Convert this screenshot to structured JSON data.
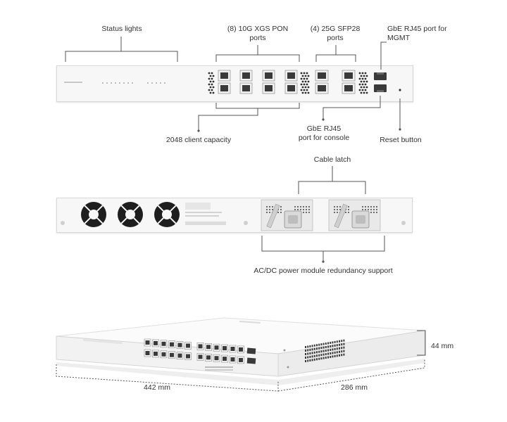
{
  "callouts": {
    "status_lights": "Status lights",
    "xgs_pon_line1": "(8) 10G XGS PON",
    "xgs_pon_line2": "ports",
    "sfp28_line1": "(4) 25G SFP28",
    "sfp28_line2": "ports",
    "mgmt_line1": "GbE RJ45 port for",
    "mgmt_line2": "MGMT",
    "client_capacity": "2048 client capacity",
    "console_line1": "GbE RJ45",
    "console_line2": "port for console",
    "reset_button": "Reset button",
    "cable_latch": "Cable latch",
    "power_redundancy": "AC/DC power module redundancy support"
  },
  "dimensions": {
    "height": "44 mm",
    "width": "442 mm",
    "depth": "286 mm"
  },
  "colors": {
    "chassis": "#f7f7f7",
    "port_dark": "#3a3a3a",
    "fan_dark": "#1e1e1e",
    "line": "#555555"
  },
  "icons": {
    "fan": "fan-icon",
    "screw": "screw-icon",
    "led": "status-led-icon",
    "power_module": "power-module-icon"
  }
}
